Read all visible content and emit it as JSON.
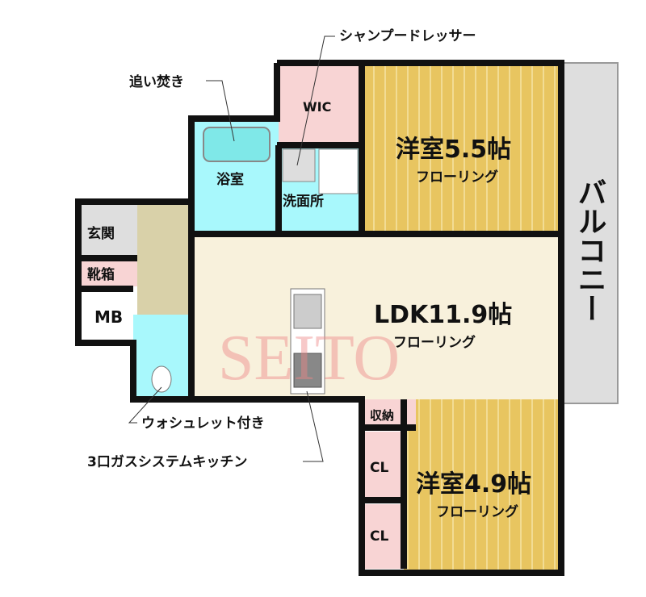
{
  "rooms": {
    "western1": {
      "name": "洋室5.5帖",
      "floor": "フローリング"
    },
    "ldk": {
      "name": "LDK11.9帖",
      "floor": "フローリング"
    },
    "western2": {
      "name": "洋室4.9帖",
      "floor": "フローリング"
    },
    "wic": "WIC",
    "bath": "浴室",
    "washroom": "洗面所",
    "entrance": "玄関",
    "shoebox": "靴箱",
    "mb": "MB",
    "storage": "収納",
    "cl1": "CL",
    "cl2": "CL",
    "balcony": "バルコニー"
  },
  "annotations": {
    "reheating": "追い焚き",
    "shampoo_dresser": "シャンプードレッサー",
    "washlet": "ウォシュレット付き",
    "kitchen": "3口ガスシステムキッチン"
  },
  "watermark": "SEITO",
  "colors": {
    "wood": "#e8c560",
    "ldk": "#f8f1dc",
    "bath": "#a8f8fc",
    "pink": "#f8d4d4",
    "tan": "#d9d1a9",
    "gray": "#dedede"
  }
}
